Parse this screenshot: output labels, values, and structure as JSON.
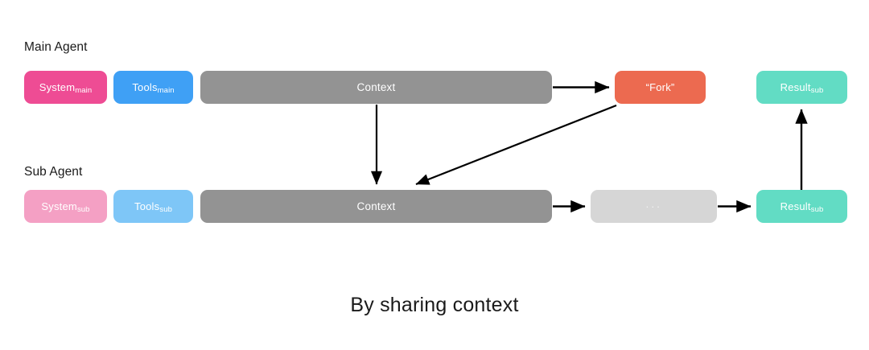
{
  "caption": "By sharing context",
  "colors": {
    "system_main": "#ee4c94",
    "system_sub": "#f4a0c4",
    "tools_main": "#3fa0f5",
    "tools_sub": "#7ec6f7",
    "context": "#939393",
    "fork": "#ec6a50",
    "result": "#62dcc4",
    "ellipsis_box": "#d6d6d6",
    "arrow": "#000000",
    "text_on_node": "#ffffff",
    "label_text": "#1a1a1a",
    "background": "#ffffff"
  },
  "rows": [
    {
      "label": "Main Agent",
      "nodes": [
        {
          "name": "system",
          "text": "System",
          "subscript": "main"
        },
        {
          "name": "tools",
          "text": "Tools",
          "subscript": "main"
        },
        {
          "name": "context",
          "text": "Context",
          "subscript": ""
        },
        {
          "name": "fork",
          "text": "“Fork”",
          "subscript": ""
        },
        {
          "name": "result",
          "text": "Result",
          "subscript": "sub"
        }
      ]
    },
    {
      "label": "Sub Agent",
      "nodes": [
        {
          "name": "system",
          "text": "System",
          "subscript": "sub"
        },
        {
          "name": "tools",
          "text": "Tools",
          "subscript": "sub"
        },
        {
          "name": "context",
          "text": "Context",
          "subscript": ""
        },
        {
          "name": "ellipsis",
          "text": "···",
          "subscript": ""
        },
        {
          "name": "result",
          "text": "Result",
          "subscript": "sub"
        }
      ]
    }
  ],
  "arrows": [
    {
      "name": "main-context-to-fork"
    },
    {
      "name": "main-context-down-to-sub-context"
    },
    {
      "name": "fork-to-sub-context"
    },
    {
      "name": "sub-context-to-ellipsis"
    },
    {
      "name": "ellipsis-to-sub-result"
    },
    {
      "name": "sub-result-up-to-main-result"
    }
  ]
}
